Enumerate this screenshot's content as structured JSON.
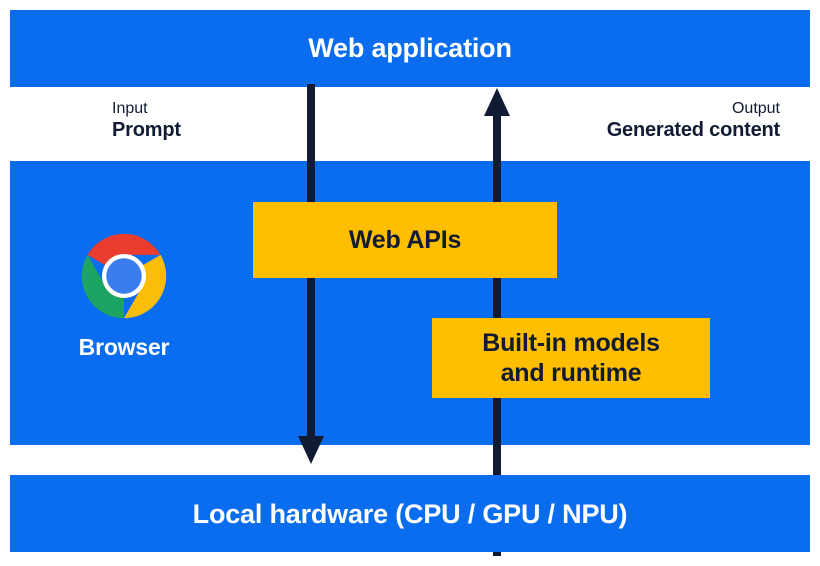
{
  "diagram": {
    "colors": {
      "blue": "#0a6df0",
      "yellow": "#ffbe00",
      "navy": "#111b33",
      "white": "#ffffff"
    },
    "bands": {
      "top": {
        "title": "Web application"
      },
      "middle": {
        "browser": {
          "icon": "chrome-logo-icon",
          "label": "Browser"
        },
        "cards": [
          {
            "id": "web-apis",
            "lines": [
              "Web APIs"
            ]
          },
          {
            "id": "builtin-models",
            "lines": [
              "Built-in models",
              "and runtime"
            ]
          }
        ]
      },
      "bottom": {
        "title": "Local hardware (CPU / GPU / NPU)"
      }
    },
    "flows": [
      {
        "id": "input",
        "kind": "Input",
        "value": "Prompt",
        "direction": "down",
        "icon": "arrow-down-icon"
      },
      {
        "id": "output",
        "kind": "Output",
        "value": "Generated content",
        "direction": "up",
        "icon": "arrow-up-icon"
      }
    ]
  }
}
